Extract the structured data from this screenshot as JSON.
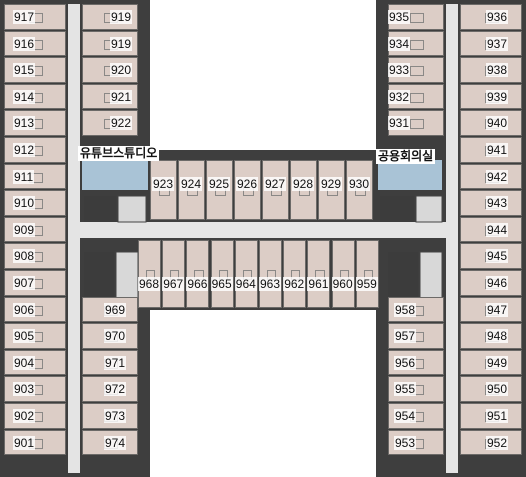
{
  "colors": {
    "wall": "#3e3e3e",
    "corridor": "#e4e4e4",
    "room": "#dccdc6",
    "core": "#3c3c3c",
    "facility": "#a9c3d6",
    "courtyard": "#ffffff"
  },
  "facilities": {
    "youtube_studio": "유튜브스튜디오",
    "meeting_room": "공용회의실"
  },
  "rooms": {
    "left_outer": [
      "917",
      "916",
      "915",
      "914",
      "913",
      "912",
      "911",
      "910",
      "909",
      "908",
      "907",
      "906",
      "905",
      "904",
      "903",
      "902",
      "901"
    ],
    "left_inner_top": [
      "919",
      "919",
      "920",
      "921",
      "922"
    ],
    "left_inner_bottom": [
      "969",
      "970",
      "971",
      "972",
      "973",
      "974"
    ],
    "top_row": [
      "923",
      "924",
      "925",
      "926",
      "927",
      "928",
      "929",
      "930"
    ],
    "middle_row": [
      "968",
      "967",
      "966",
      "965",
      "964",
      "963",
      "962",
      "961",
      "960",
      "959"
    ],
    "right_inner_top": [
      "935",
      "934",
      "933",
      "932",
      "931"
    ],
    "right_inner_bottom": [
      "958",
      "957",
      "956",
      "955",
      "954",
      "953"
    ],
    "right_outer": [
      "936",
      "937",
      "938",
      "939",
      "940",
      "941",
      "942",
      "943",
      "944",
      "945",
      "946",
      "947",
      "948",
      "949",
      "950",
      "951",
      "952"
    ]
  }
}
